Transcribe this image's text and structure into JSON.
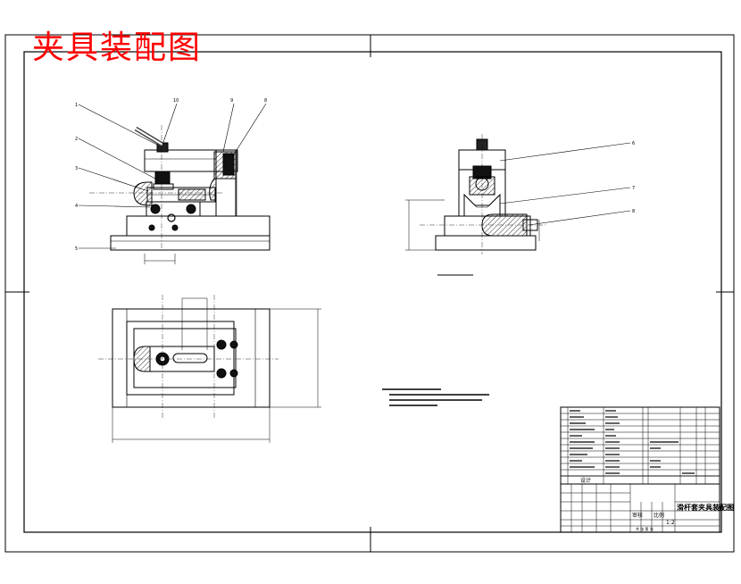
{
  "drawing_title": "夹具装配图",
  "title_color": "#ff0000",
  "part_name": "滑杆套夹具装配图",
  "callouts_front": [
    "1",
    "2",
    "3",
    "4",
    "5",
    "10",
    "9",
    "8"
  ],
  "callouts_side": [
    "6",
    "7",
    "8"
  ],
  "title_block": {
    "designer_label": "设计",
    "checker_label": "审核",
    "scale_label": "比例",
    "scale_value": "1:2",
    "sheet_label": "共 张 第 张"
  }
}
